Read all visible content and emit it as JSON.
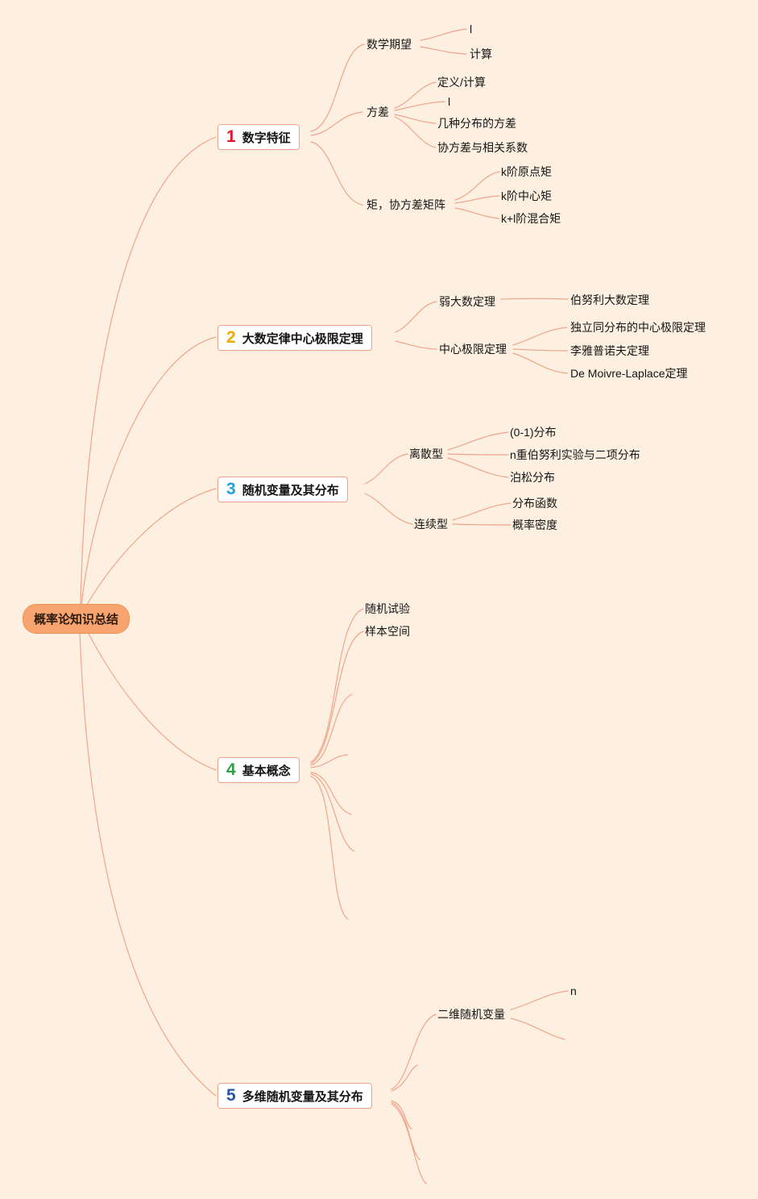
{
  "canvas": {
    "background": "#fdf0e1",
    "line_color": "#f0a48d"
  },
  "root": {
    "label": "概率论知识总结",
    "bg": "#f8a471"
  },
  "branches": [
    {
      "number": "1",
      "number_color": "#e8112d",
      "label": "数字特征",
      "children": [
        {
          "label": "数学期望",
          "children": [
            {
              "label": "l"
            },
            {
              "label": "计算"
            }
          ]
        },
        {
          "label": "方差",
          "children": [
            {
              "label": "定义/计算"
            },
            {
              "label": "l"
            },
            {
              "label": "几种分布的方差"
            },
            {
              "label": "协方差与相关系数"
            }
          ]
        },
        {
          "label": "矩，协方差矩阵",
          "children": [
            {
              "label": "k阶原点矩"
            },
            {
              "label": "k阶中心矩"
            },
            {
              "label": "k+l阶混合矩"
            }
          ]
        }
      ]
    },
    {
      "number": "2",
      "number_color": "#f5a800",
      "label": "大数定律中心极限定理",
      "children": [
        {
          "label": "弱大数定理",
          "children": [
            {
              "label": "伯努利大数定理"
            }
          ]
        },
        {
          "label": "中心极限定理",
          "children": [
            {
              "label": "独立同分布的中心极限定理"
            },
            {
              "label": "李雅普诺夫定理"
            },
            {
              "label": "De Moivre-Laplace定理"
            }
          ]
        }
      ]
    },
    {
      "number": "3",
      "number_color": "#1ea0e0",
      "label": "随机变量及其分布",
      "children": [
        {
          "label": "离散型",
          "children": [
            {
              "label": "(0-1)分布"
            },
            {
              "label": "n重伯努利实验与二项分布"
            },
            {
              "label": "泊松分布"
            }
          ]
        },
        {
          "label": "连续型",
          "children": [
            {
              "label": "分布函数"
            },
            {
              "label": "概率密度"
            }
          ]
        }
      ]
    },
    {
      "number": "4",
      "number_color": "#2f9e44",
      "label": "基本概念",
      "children": [
        {
          "label": "随机试验"
        },
        {
          "label": "样本空间"
        }
      ]
    },
    {
      "number": "5",
      "number_color": "#2b55a8",
      "label": "多维随机变量及其分布",
      "children": [
        {
          "label": "二维随机变量",
          "children": [
            {
              "label": "n"
            }
          ]
        }
      ]
    }
  ]
}
